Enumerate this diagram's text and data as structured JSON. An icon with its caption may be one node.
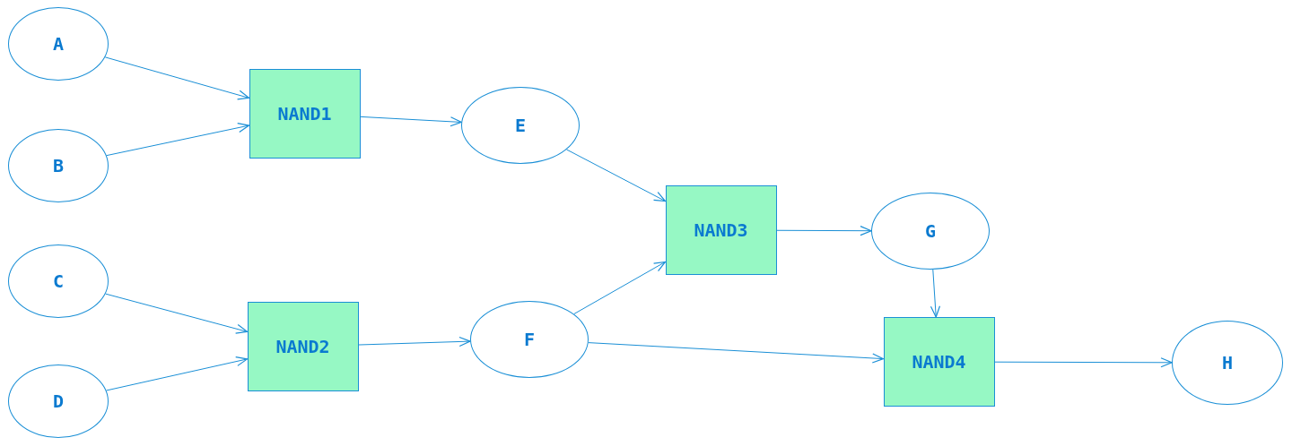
{
  "diagram": {
    "nodes": [
      {
        "text": [
          "A"
        ]
      },
      {
        "text": [
          "B"
        ]
      },
      {
        "text": [
          "NAND1"
        ]
      },
      {
        "text": [
          "E"
        ]
      },
      {
        "text": [
          "C"
        ]
      },
      {
        "text": [
          "D"
        ]
      },
      {
        "text": [
          "NAND2"
        ]
      },
      {
        "text": [
          "F"
        ]
      },
      {
        "text": [
          "NAND3"
        ]
      },
      {
        "text": [
          "G"
        ]
      },
      {
        "text": [
          "NAND4"
        ]
      },
      {
        "text": [
          "H"
        ]
      }
    ],
    "edges": [
      {
        "from": 0,
        "to": 2,
        "arrow": "to"
      },
      {
        "from": 1,
        "to": 2,
        "arrow": "to"
      },
      {
        "from": 2,
        "to": 3,
        "arrow": "to"
      },
      {
        "from": 4,
        "to": 6,
        "arrow": "to"
      },
      {
        "from": 5,
        "to": 6,
        "arrow": "to"
      },
      {
        "from": 6,
        "to": 7,
        "arrow": "to"
      },
      {
        "from": 3,
        "to": 8,
        "arrow": "to"
      },
      {
        "from": 7,
        "to": 8,
        "arrow": "to"
      },
      {
        "from": 8,
        "to": 9,
        "arrow": "to"
      },
      {
        "from": 9,
        "to": 10,
        "arrow": "to"
      },
      {
        "from": 7,
        "to": 10,
        "arrow": "to"
      },
      {
        "from": 10,
        "to": 11,
        "arrow": "to"
      }
    ]
  }
}
